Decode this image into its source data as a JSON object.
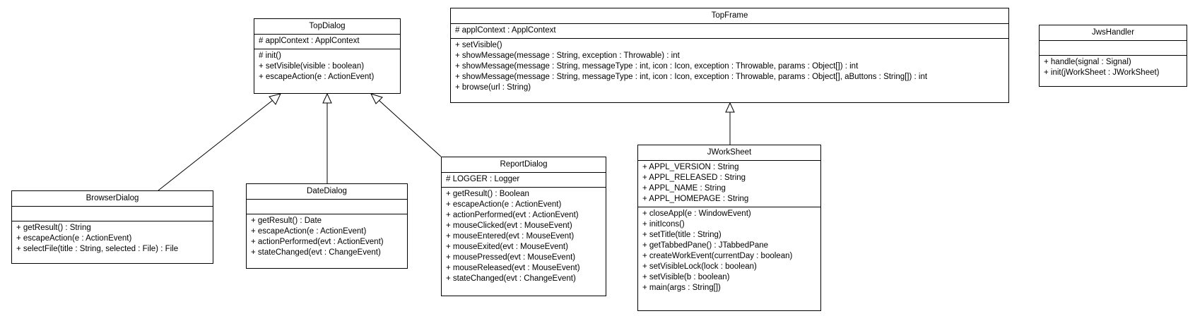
{
  "classes": {
    "top_dialog": {
      "name": "TopDialog",
      "attributes": [
        "# applContext : ApplContext"
      ],
      "operations": [
        "# init()",
        "+ setVisible(visible : boolean)",
        "+ escapeAction(e : ActionEvent)"
      ]
    },
    "top_frame": {
      "name": "TopFrame",
      "attributes": [
        "# applContext : ApplContext"
      ],
      "operations": [
        "+ setVisible()",
        "+ showMessage(message : String, exception : Throwable) : int",
        "+ showMessage(message : String, messageType : int, icon : Icon, exception : Throwable, params : Object[]) : int",
        "+ showMessage(message : String, messageType : int, icon : Icon, exception : Throwable, params : Object[], aButtons : String[]) : int",
        "+ browse(url : String)"
      ]
    },
    "jws_handler": {
      "name": "JwsHandler",
      "attributes": [],
      "operations": [
        "+ handle(signal : Signal)",
        "+ init(jWorkSheet : JWorkSheet)"
      ]
    },
    "browser_dialog": {
      "name": "BrowserDialog",
      "attributes": [],
      "operations": [
        "+ getResult() : String",
        "+ escapeAction(e : ActionEvent)",
        "+ selectFile(title : String, selected : File) : File"
      ]
    },
    "date_dialog": {
      "name": "DateDialog",
      "attributes": [],
      "operations": [
        "+ getResult() : Date",
        "+ escapeAction(e : ActionEvent)",
        "+ actionPerformed(evt : ActionEvent)",
        "+ stateChanged(evt : ChangeEvent)"
      ]
    },
    "report_dialog": {
      "name": "ReportDialog",
      "attributes": [
        "# LOGGER : Logger"
      ],
      "operations": [
        "+ getResult() : Boolean",
        "+ escapeAction(e : ActionEvent)",
        "+ actionPerformed(evt : ActionEvent)",
        "+ mouseClicked(evt : MouseEvent)",
        "+ mouseEntered(evt : MouseEvent)",
        "+ mouseExited(evt : MouseEvent)",
        "+ mousePressed(evt : MouseEvent)",
        "+ mouseReleased(evt : MouseEvent)",
        "+ stateChanged(evt : ChangeEvent)"
      ]
    },
    "jworksheet": {
      "name": "JWorkSheet",
      "attributes": [
        "+ APPL_VERSION : String",
        "+ APPL_RELEASED : String",
        "+ APPL_NAME : String",
        "+ APPL_HOMEPAGE : String"
      ],
      "operations": [
        "+ closeAppl(e : WindowEvent)",
        "+ initIcons()",
        "+ setTitle(title : String)",
        "+ getTabbedPane() : JTabbedPane",
        "+ createWorkEvent(currentDay : boolean)",
        "+ setVisibleLock(lock : boolean)",
        "+ setVisible(b : boolean)",
        "+ main(args : String[])"
      ]
    }
  },
  "relations": [
    {
      "type": "generalization",
      "from": "BrowserDialog",
      "to": "TopDialog"
    },
    {
      "type": "generalization",
      "from": "DateDialog",
      "to": "TopDialog"
    },
    {
      "type": "generalization",
      "from": "ReportDialog",
      "to": "TopDialog"
    },
    {
      "type": "generalization",
      "from": "JWorkSheet",
      "to": "TopFrame"
    }
  ]
}
